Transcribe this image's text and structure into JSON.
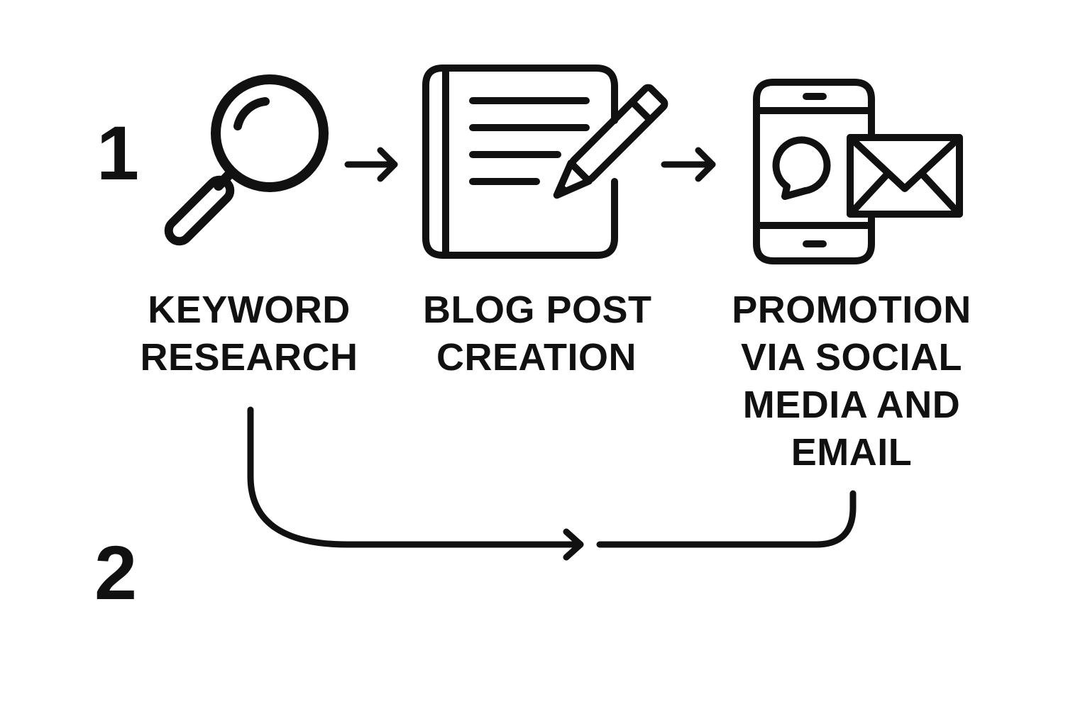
{
  "steps": [
    {
      "number": "1",
      "items": [
        {
          "icon": "magnifying-glass-icon",
          "label_lines": [
            "KEYWORD",
            "RESEARCH"
          ]
        },
        {
          "icon": "notebook-pencil-icon",
          "label_lines": [
            "BLOG POST",
            "CREATION"
          ]
        },
        {
          "icon": "phone-chat-envelope-icon",
          "label_lines": [
            "PROMOTION",
            "VIA SOCIAL",
            "MEDIA AND",
            "EMAIL"
          ]
        }
      ]
    },
    {
      "number": "2"
    }
  ],
  "colors": {
    "stroke": "#111111",
    "background": "#ffffff"
  }
}
